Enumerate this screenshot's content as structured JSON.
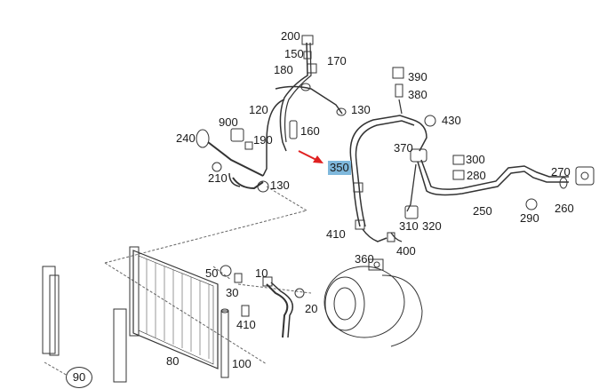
{
  "diagram": {
    "highlighted_part": "350",
    "arrow_color": "#e02020",
    "highlight_color": "#7fb8dc",
    "labels": {
      "l200": "200",
      "l150": "150",
      "l170": "170",
      "l180": "180",
      "l390": "390",
      "l380": "380",
      "l120": "120",
      "l130a": "130",
      "l430": "430",
      "l900": "900",
      "l160": "160",
      "l240": "240",
      "l190": "190",
      "l370": "370",
      "l300": "300",
      "l280": "280",
      "l270": "270",
      "l350": "350",
      "l210": "210",
      "l130b": "130",
      "l250": "250",
      "l290": "290",
      "l260": "260",
      "l310": "310",
      "l320": "320",
      "l410a": "410",
      "l400": "400",
      "l360": "360",
      "l50": "50",
      "l10": "10",
      "l30": "30",
      "l20": "20",
      "l410b": "410",
      "l80": "80",
      "l100": "100",
      "l90": "90"
    }
  }
}
